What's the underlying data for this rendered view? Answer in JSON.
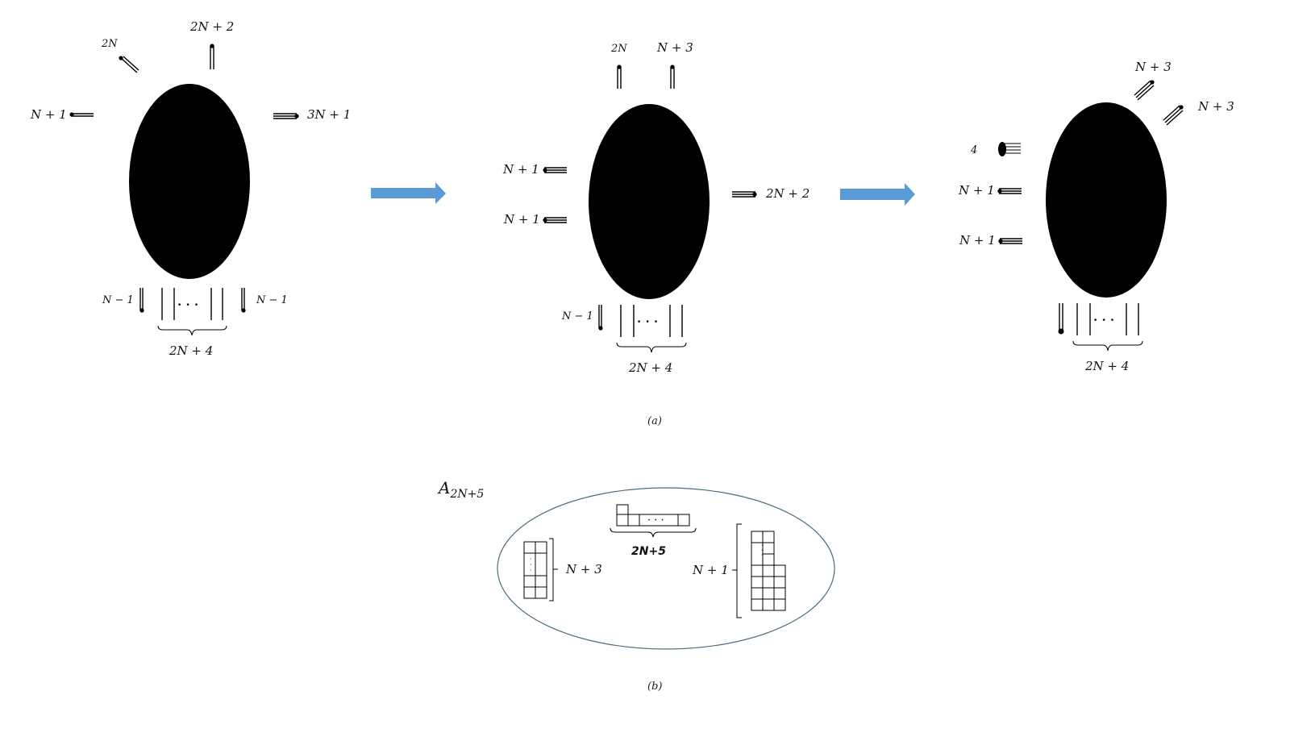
{
  "panel_a": {
    "caption": "(a)",
    "stage1": {
      "top_left_label": "2N",
      "top_label": "2N + 2",
      "left_label": "N + 1",
      "right_label": "3N + 1",
      "bottom_left_label": "N − 1",
      "bottom_right_label": "N − 1",
      "bottom_brace_label": "2N + 4",
      "dots": "· · ·"
    },
    "stage2": {
      "top_left_label": "2N",
      "top_right_label": "N + 3",
      "left_upper_label": "N + 1",
      "left_lower_label": "N + 1",
      "right_label": "2N + 2",
      "bottom_left_label": "N − 1",
      "bottom_brace_label": "2N + 4",
      "dots": "· · ·"
    },
    "stage3": {
      "top_right_label_1": "N + 3",
      "top_right_label_2": "N + 3",
      "left_top_label": "4",
      "left_upper_label": "N + 1",
      "left_lower_label": "N + 1",
      "bottom_brace_label": "2N + 4",
      "dots": "· · ·"
    },
    "arrow_color": "#5b9bd5"
  },
  "panel_b": {
    "caption": "(b)",
    "title_main": "A",
    "title_sub": "2N+5",
    "tableau_top_label": "2N+5",
    "tableau_left_label": "N + 3",
    "tableau_right_label": "N + 1",
    "dots": "· · ·",
    "ellipse_color": "#4a6f7f"
  }
}
